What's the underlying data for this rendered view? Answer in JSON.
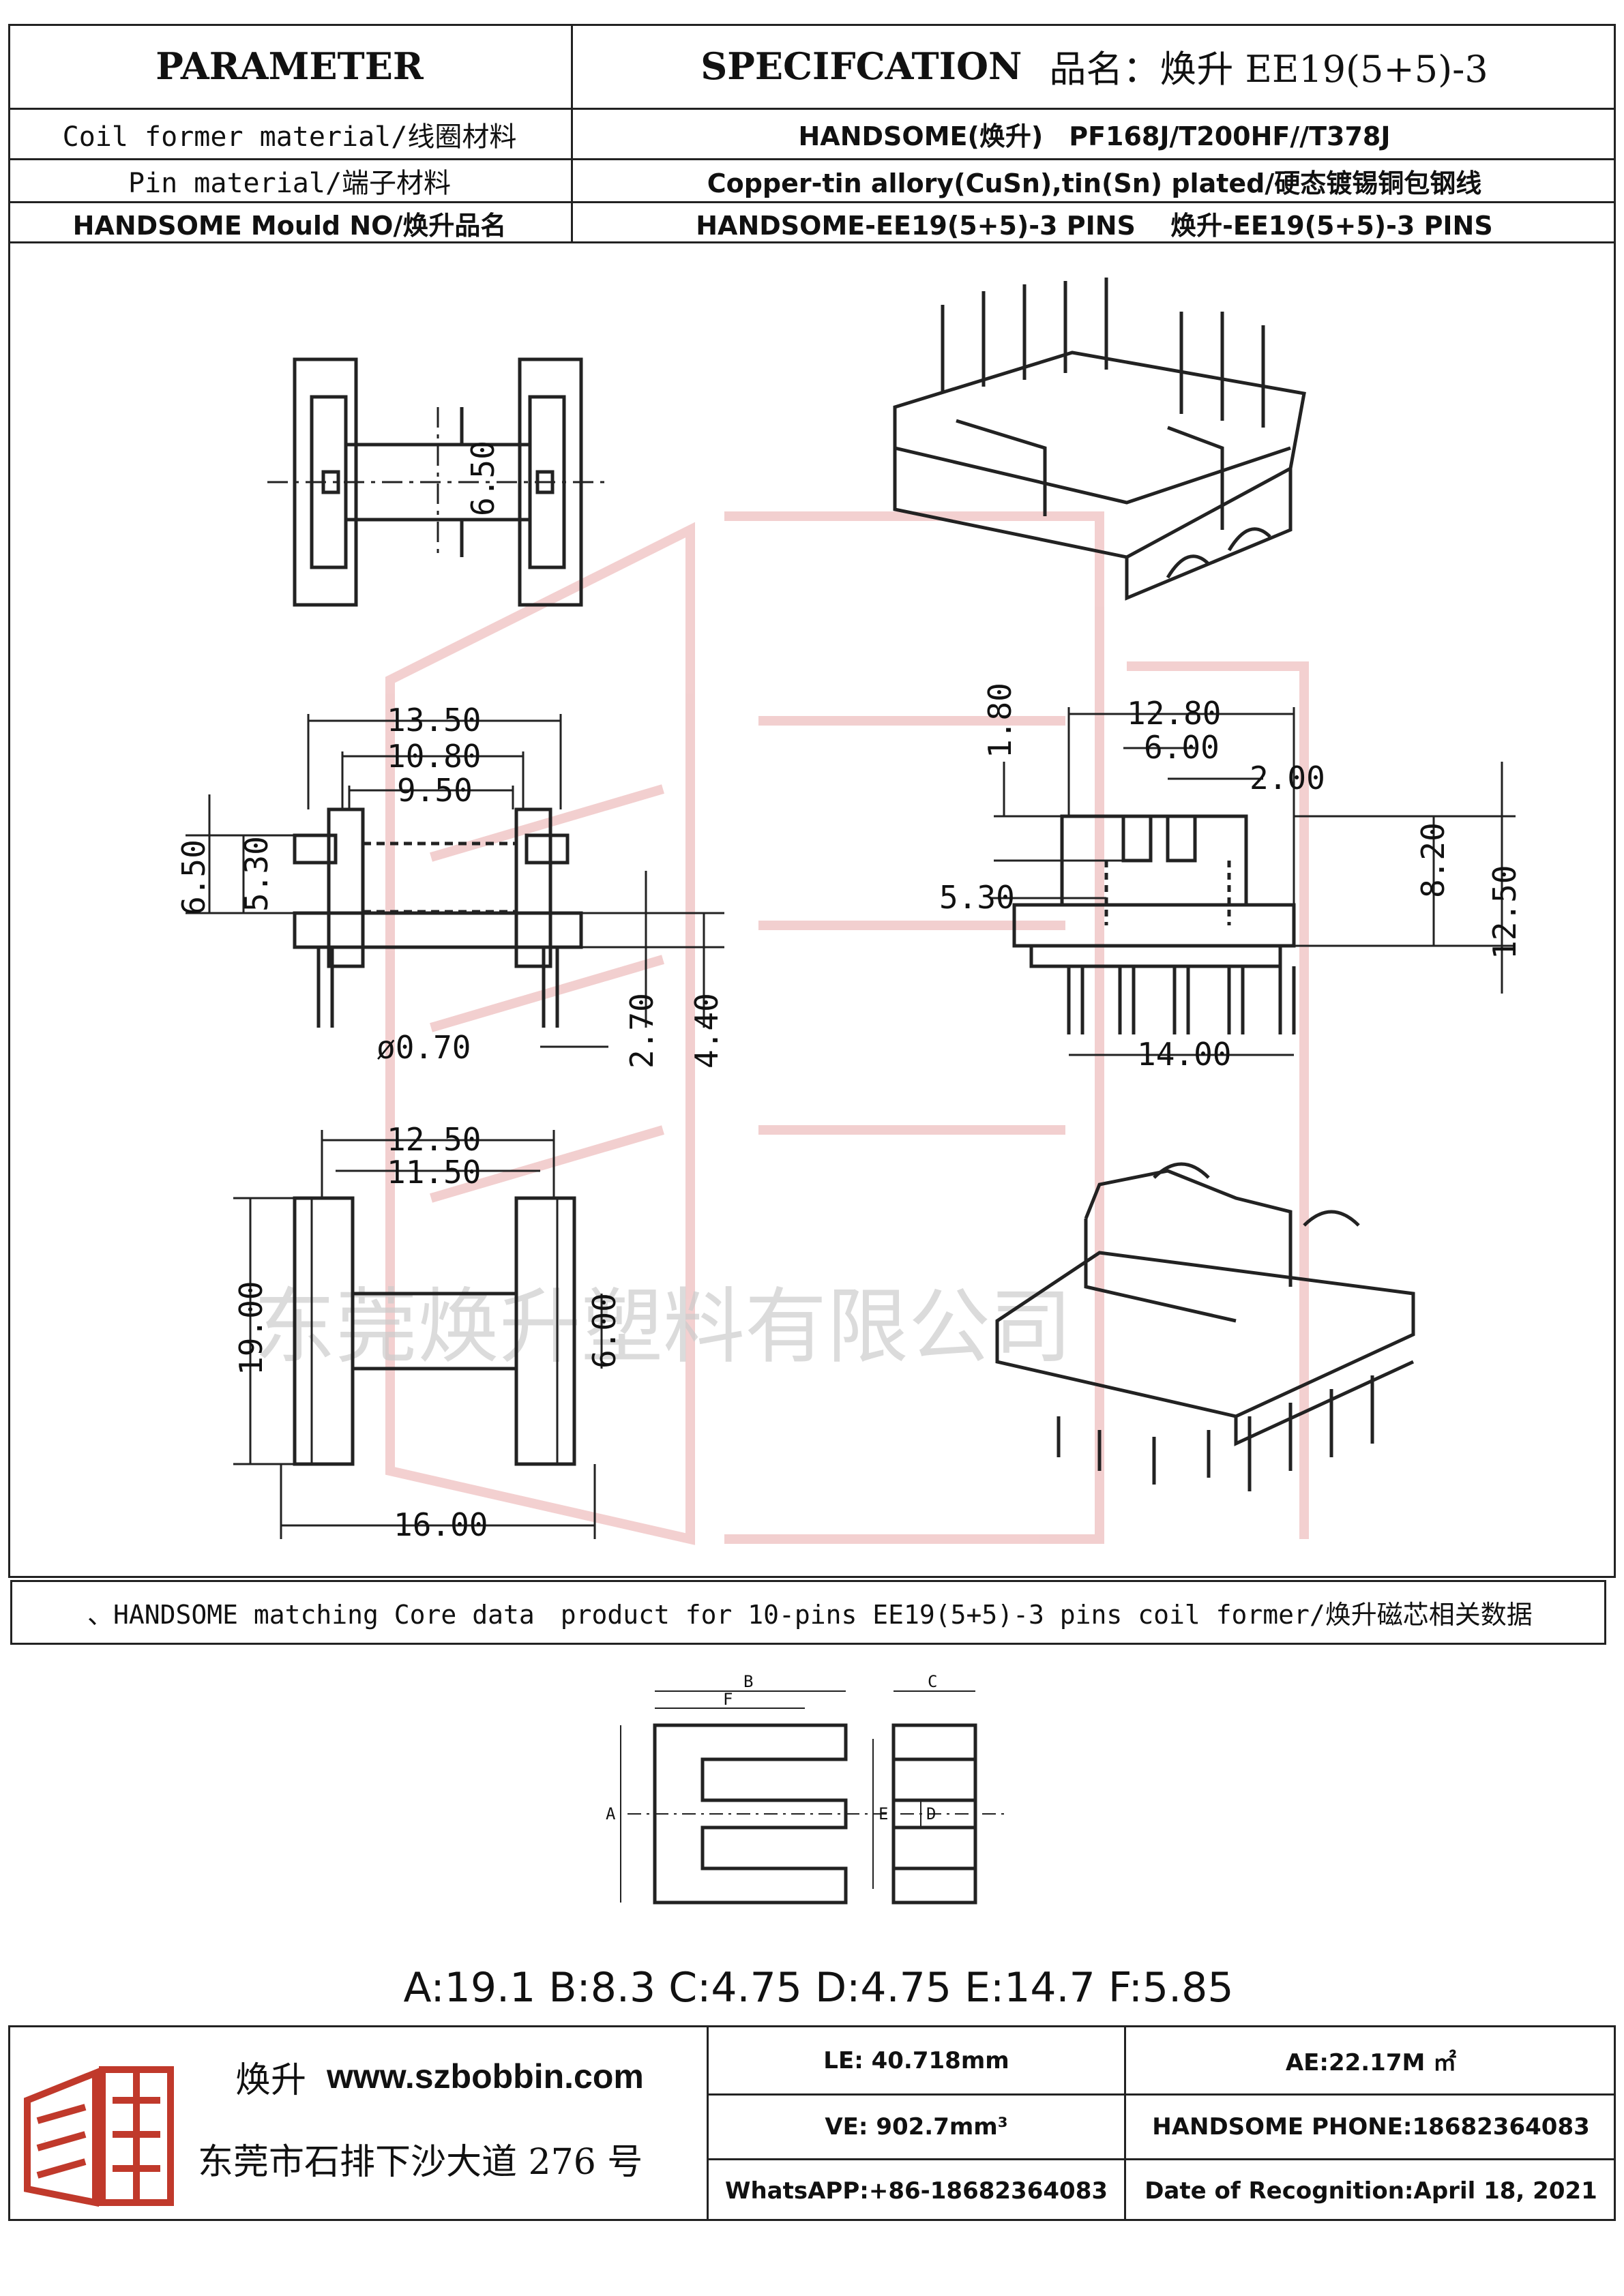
{
  "spec": {
    "parameter_label": "PARAMETER",
    "specification_label": "SPECIFCATION",
    "product_name_label": "品名：",
    "product_name": "焕升 EE19(5+5)-3"
  },
  "rows": [
    {
      "label": "Coil former material/线圈材料",
      "value": "HANDSOME(焕升)　PF168J/T200HF//T378J"
    },
    {
      "label": "Pin material/端子材料",
      "value": "Copper-tin allory(CuSn),tin(Sn) plated/硬态镀锡铜包钢线"
    },
    {
      "label": "HANDSOME Mould NO/焕升品名",
      "value": "HANDSOME-EE19(5+5)-3 PINS　 焕升-EE19(5+5)-3 PINS"
    }
  ],
  "drawing": {
    "dims": {
      "top_gap": "6.50",
      "w1": "13.50",
      "w2": "10.80",
      "w3": "9.50",
      "h1": "6.50",
      "h2": "5.30",
      "pin_len": "2.70",
      "pin_total": "4.40",
      "pin_dia": "ø0.70",
      "r_w1": "12.80",
      "r_w2": "6.00",
      "r_slot": "2.00",
      "r_slot_h": "1.80",
      "r_h1": "8.20",
      "r_h2": "12.50",
      "r_inner": "5.30",
      "r_pitch": "14.00",
      "b_w1": "12.50",
      "b_w2": "11.50",
      "b_len": "19.00",
      "b_gap": "6.00",
      "b_total": "16.00"
    },
    "watermark": "东莞焕升塑料有限公司"
  },
  "core": {
    "title": "、HANDSOME matching Core data　product for 10-pins EE19(5+5)-3 pins coil former/焕升磁芯相关数据",
    "labels": {
      "a": "A",
      "b": "B",
      "c": "C",
      "d": "D",
      "e": "E",
      "f": "F"
    },
    "values": "A:19.1 B:8.3 C:4.75 D:4.75 E:14.7 F:5.85"
  },
  "footer": {
    "brand": "焕升",
    "url": "www.szbobbin.com",
    "address": "东莞市石排下沙大道 276 号",
    "logo_text": "焕升",
    "le": "LE: 40.718mm",
    "ae": "AE:22.17M ㎡",
    "ve": "VE: 902.7mm³",
    "phone": "HANDSOME PHONE:18682364083",
    "whatsapp": "WhatsAPP:+86-18682364083",
    "date": "Date of Recognition:April 18, 2021"
  },
  "colors": {
    "line": "#222222",
    "watermark": "#e8a8a8",
    "logo": "#c0392b"
  }
}
